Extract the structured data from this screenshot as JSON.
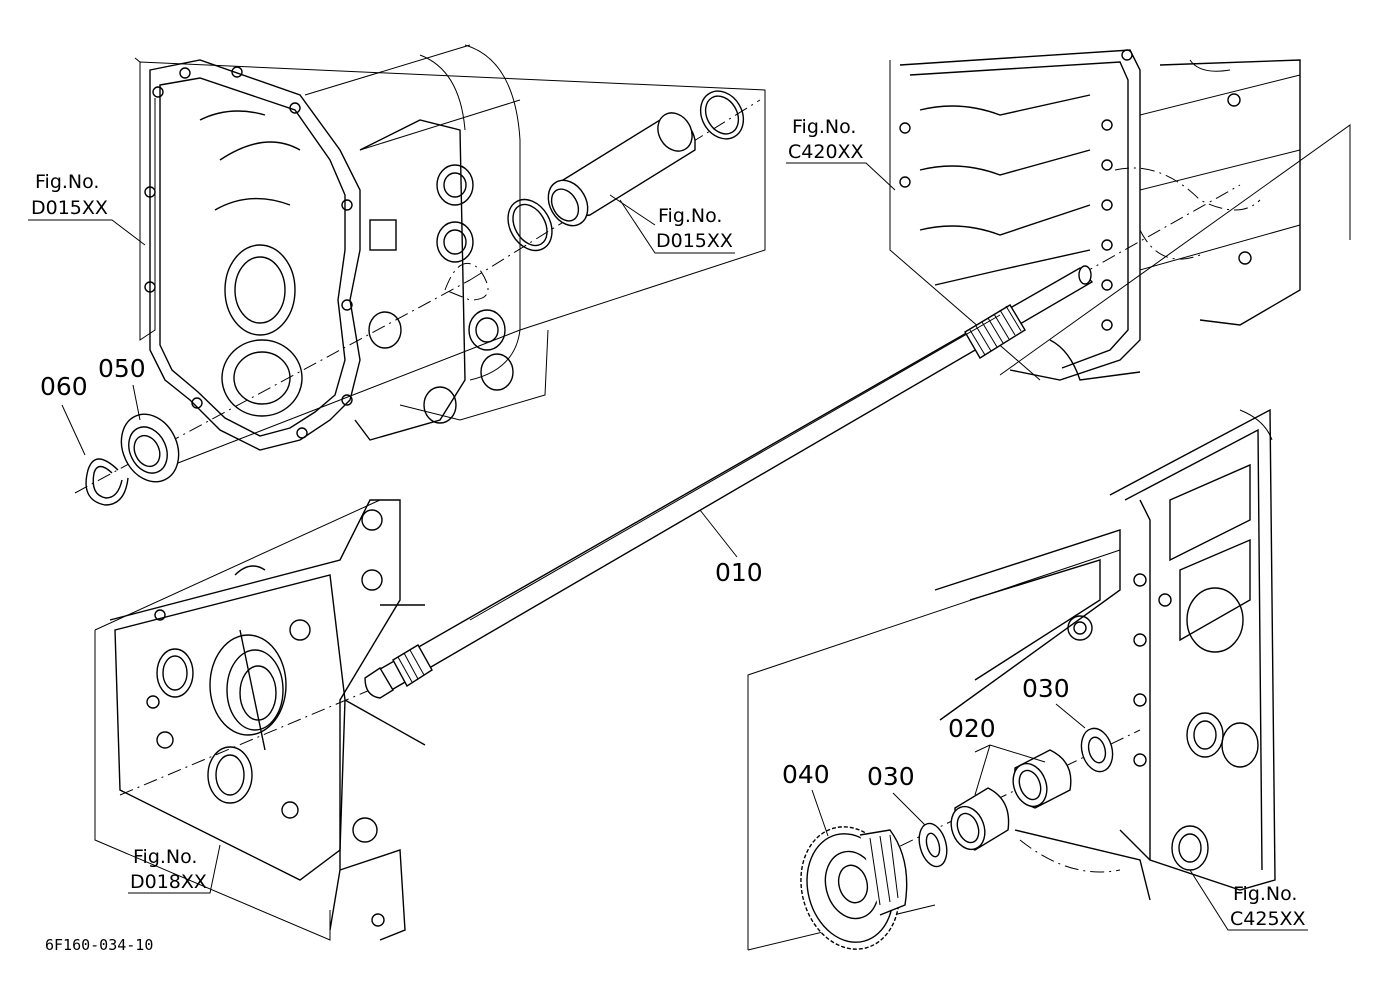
{
  "diagram": {
    "drawing_code": "6F160-034-10",
    "parts": [
      {
        "id": "p010",
        "label": "010",
        "item": "shaft"
      },
      {
        "id": "p020",
        "label": "020",
        "item": "needle-bearing"
      },
      {
        "id": "p030a",
        "label": "030",
        "item": "washer-upper"
      },
      {
        "id": "p030b",
        "label": "030",
        "item": "washer-lower"
      },
      {
        "id": "p040",
        "label": "040",
        "item": "gear"
      },
      {
        "id": "p050",
        "label": "050",
        "item": "ball-bearing"
      },
      {
        "id": "p060",
        "label": "060",
        "item": "snap-ring"
      }
    ],
    "figure_refs": [
      {
        "id": "ref1",
        "prefix": "Fig.No.",
        "code": "D015XX"
      },
      {
        "id": "ref2",
        "prefix": "Fig.No.",
        "code": "D015XX"
      },
      {
        "id": "ref3",
        "prefix": "Fig.No.",
        "code": "C420XX"
      },
      {
        "id": "ref4",
        "prefix": "Fig.No.",
        "code": "D018XX"
      },
      {
        "id": "ref5",
        "prefix": "Fig.No.",
        "code": "C425XX"
      }
    ]
  }
}
